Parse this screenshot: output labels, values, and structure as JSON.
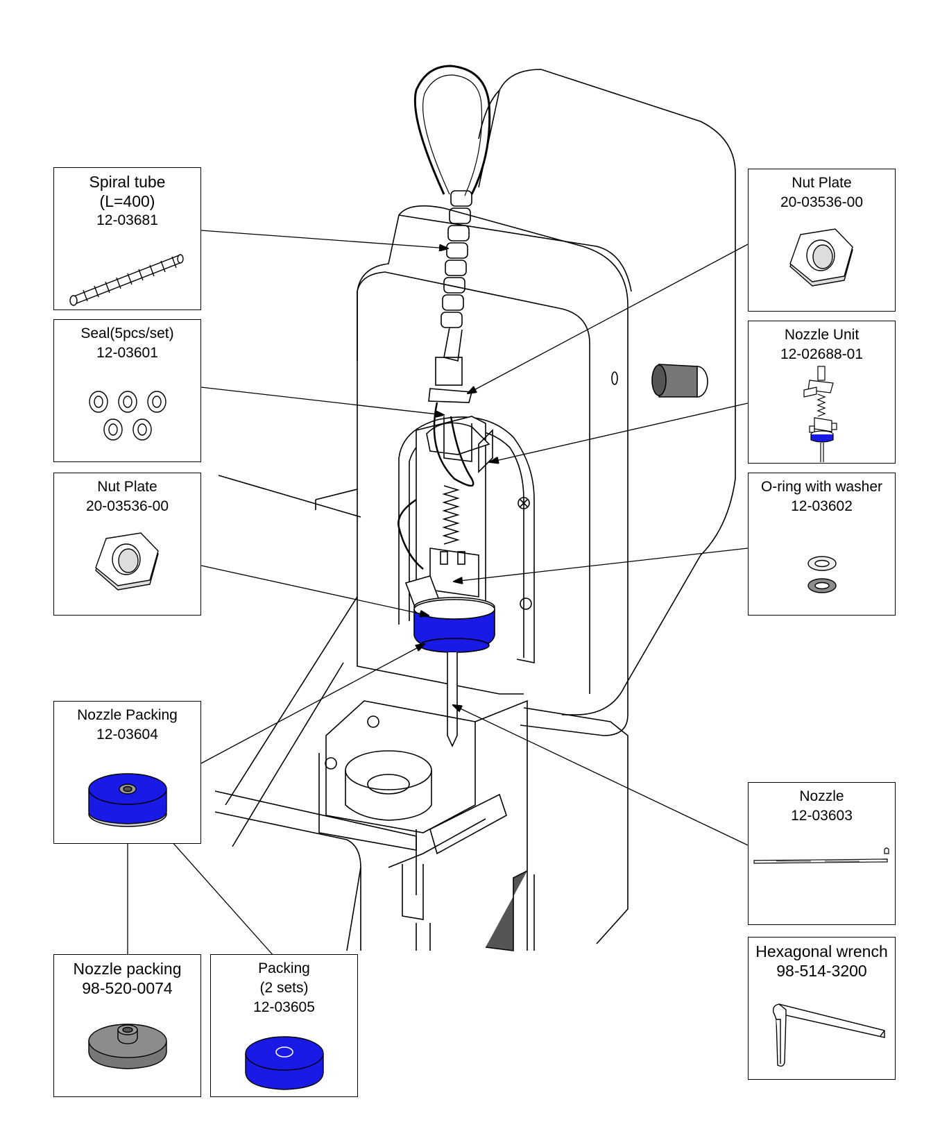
{
  "colors": {
    "blue": "#1a1ae6",
    "gray": "#8c8c8c",
    "line": "#000000"
  },
  "parts": [
    {
      "id": "spiral-tube",
      "lines": [
        "Spiral tube",
        "(L=400)",
        "12-03681"
      ],
      "icon": "spiral-tube-icon"
    },
    {
      "id": "seal",
      "lines": [
        "Seal(5pcs/set)",
        "12-03601"
      ],
      "icon": "seal-rings-icon"
    },
    {
      "id": "nut-plate-left",
      "lines": [
        "Nut Plate",
        "20-03536-00"
      ],
      "icon": "hex-nut-icon"
    },
    {
      "id": "nozzle-packing",
      "lines": [
        "Nozzle Packing",
        "12-03604"
      ],
      "icon": "blue-packing-icon"
    },
    {
      "id": "nozzle-packing-gray",
      "lines": [
        "Nozzle packing",
        "98-520-0074"
      ],
      "icon": "gray-packing-icon"
    },
    {
      "id": "packing",
      "lines": [
        "Packing",
        "(2 sets)",
        "12-03605"
      ],
      "icon": "blue-disc-icon"
    },
    {
      "id": "nut-plate-right",
      "lines": [
        "Nut Plate",
        "20-03536-00"
      ],
      "icon": "hex-nut-icon"
    },
    {
      "id": "nozzle-unit",
      "lines": [
        "Nozzle Unit",
        "12-02688-01"
      ],
      "icon": "nozzle-unit-icon"
    },
    {
      "id": "o-ring",
      "lines": [
        "O-ring with washer",
        "12-03602"
      ],
      "icon": "o-ring-washer-icon"
    },
    {
      "id": "nozzle",
      "lines": [
        "Nozzle",
        "12-03603"
      ],
      "icon": "nozzle-needle-icon"
    },
    {
      "id": "hex-wrench",
      "lines": [
        "Hexagonal wrench",
        "98-514-3200"
      ],
      "icon": "hex-wrench-icon"
    }
  ]
}
